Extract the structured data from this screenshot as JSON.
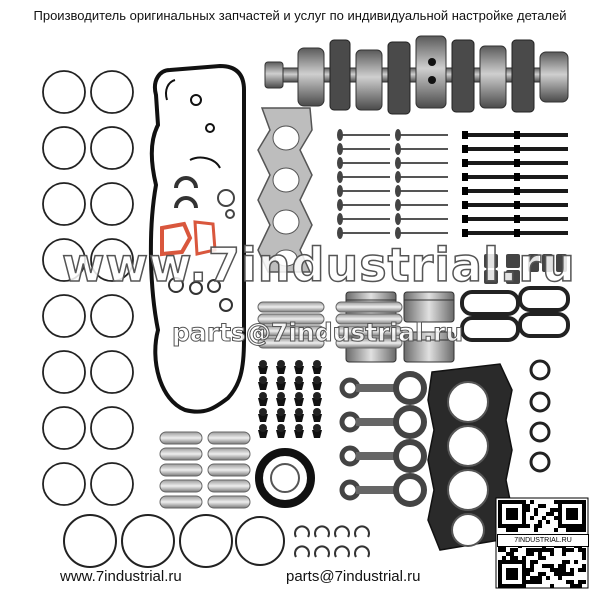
{
  "header": {
    "title": "Производитель оригинальных запчастей и услуг по индивидуальной настройке деталей"
  },
  "watermark": {
    "site": "www.7industrial.ru",
    "email": "parts@7industrial.ru"
  },
  "footer": {
    "website": "www.7industrial.ru",
    "email": "parts@7industrial.ru"
  },
  "qr": {
    "label": "7INDUSTRIAL.RU"
  },
  "colors": {
    "metal": "#8a8a8a",
    "dark": "#1a1a1a",
    "gasket_red": "#d9573d",
    "ring": "#222222"
  }
}
